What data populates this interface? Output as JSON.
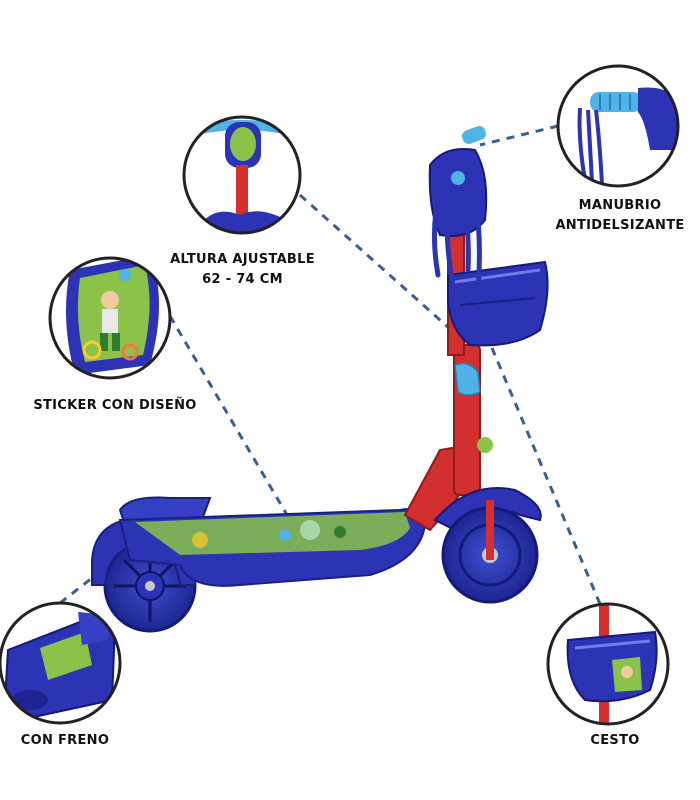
{
  "callouts": {
    "altura": {
      "line1": "ALTURA AJUSTABLE",
      "line2": "62 - 74 CM"
    },
    "manubrio": {
      "line1": "MANUBRIO",
      "line2": "ANTIDELSIZANTE"
    },
    "sticker": {
      "line1": "STICKER CON DISEÑO"
    },
    "freno": {
      "line1": "CON FRENO"
    },
    "cesto": {
      "line1": "CESTO"
    }
  },
  "colors": {
    "scooter_blue": "#2c33b5",
    "frame_red": "#d32f2f",
    "grip_light_blue": "#4fb3e8",
    "sticker_green": "#8bc34a",
    "callout_line": "#3a5f96",
    "circle_border": "#222222"
  }
}
